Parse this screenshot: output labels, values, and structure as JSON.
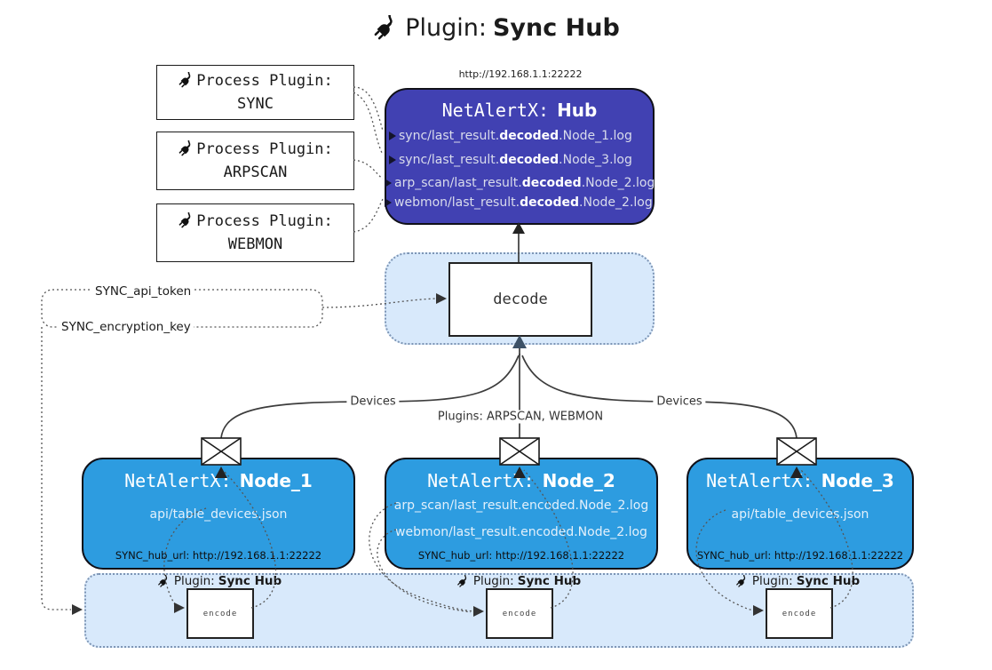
{
  "title": {
    "pre": "Plugin:",
    "bold": "Sync Hub"
  },
  "process_plugins": [
    {
      "label": "Process Plugin:",
      "name": "SYNC"
    },
    {
      "label": "Process Plugin:",
      "name": "ARPSCAN"
    },
    {
      "label": "Process Plugin:",
      "name": "WEBMON"
    }
  ],
  "hub": {
    "url": "http://192.168.1.1:22222",
    "title_pre": "NetAlertX:",
    "title_bold": "Hub",
    "lines": [
      {
        "pre": "sync/last_result.",
        "bold": "decoded",
        "post": ".Node_1.log"
      },
      {
        "pre": "sync/last_result.",
        "bold": "decoded",
        "post": ".Node_3.log"
      },
      {
        "pre": "arp_scan/last_result.",
        "bold": "decoded",
        "post": ".Node_2.log"
      },
      {
        "pre": "webmon/last_result.",
        "bold": "decoded",
        "post": ".Node_2.log"
      }
    ]
  },
  "decode_label": "decode",
  "keys": {
    "api_token": "SYNC_api_token",
    "encryption_key": "SYNC_encryption_key"
  },
  "edge_labels": {
    "left": "Devices",
    "middle": "Plugins: ARPSCAN, WEBMON",
    "right": "Devices"
  },
  "nodes": [
    {
      "title_pre": "NetAlertX:",
      "title_bold": "Node_1",
      "files": [
        "api/table_devices.json"
      ],
      "hub_url": "SYNC_hub_url: http://192.168.1.1:22222"
    },
    {
      "title_pre": "NetAlertX:",
      "title_bold": "Node_2",
      "files": [
        "arp_scan/last_result.encoded.Node_2.log",
        "webmon/last_result.encoded.Node_2.log"
      ],
      "hub_url": "SYNC_hub_url: http://192.168.1.1:22222"
    },
    {
      "title_pre": "NetAlertX:",
      "title_bold": "Node_3",
      "files": [
        "api/table_devices.json"
      ],
      "hub_url": "SYNC_hub_url: http://192.168.1.1:22222"
    }
  ],
  "encode_band": {
    "plugin_pre": "Plugin:",
    "plugin_bold": "Sync Hub",
    "encode_label": "encode"
  },
  "colors": {
    "hub_fill": "#4141b2",
    "node_fill": "#2d9ce0",
    "panel_fill": "#d8e9fb",
    "panel_border": "#7d95b5",
    "box_border": "#101018",
    "hub_text": "#d9dcec",
    "node_text": "#e3f0fb"
  }
}
